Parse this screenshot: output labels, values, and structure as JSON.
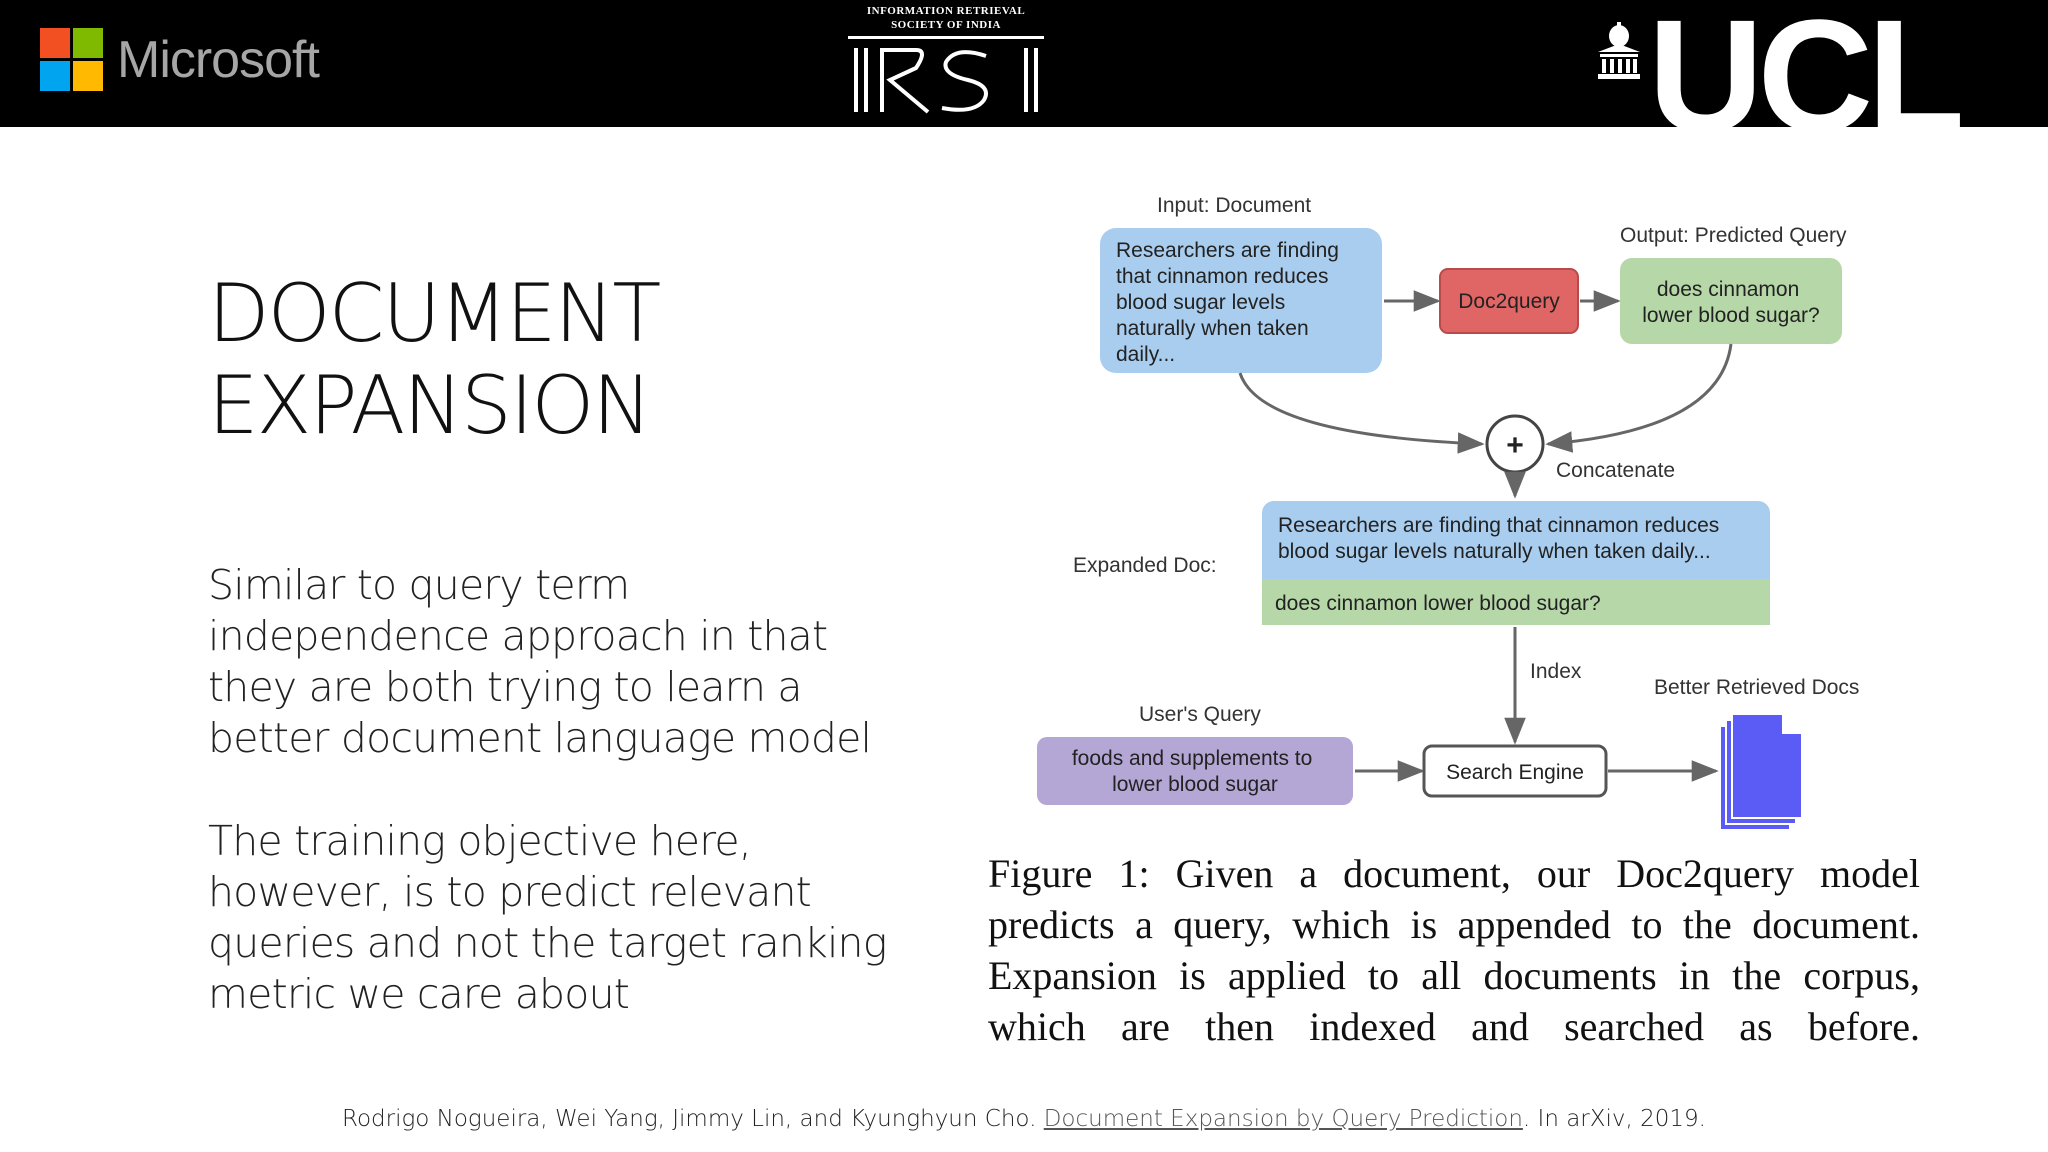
{
  "header": {
    "microsoft_label": "Microsoft",
    "microsoft_colors": [
      "#f25022",
      "#7fba00",
      "#00a4ef",
      "#ffb900"
    ],
    "irsi_line1": "INFORMATION RETRIEVAL",
    "irsi_line2": "SOCIETY OF INDIA",
    "irsi_logo_text": "IRSI",
    "ucl_label": "UCL"
  },
  "slide": {
    "title_line1": "DOCUMENT",
    "title_line2": "EXPANSION",
    "paragraph1": [
      "Similar to query term",
      "independence approach in that",
      "they are both trying to learn a",
      "better document language model"
    ],
    "paragraph2": [
      "The training objective here,",
      "however, is to predict relevant",
      "queries and not the target ranking",
      "metric we care about"
    ]
  },
  "diagram": {
    "input_label": "Input: Document",
    "input_text": [
      "Researchers are finding",
      "that cinnamon reduces",
      "blood sugar levels",
      "naturally when taken",
      "daily..."
    ],
    "model_label": "Doc2query",
    "output_label": "Output: Predicted Query",
    "output_text": [
      "does cinnamon",
      "lower blood sugar?"
    ],
    "concat_symbol": "+",
    "concat_label": "Concatenate",
    "expanded_label": "Expanded Doc:",
    "expanded_doc_text": [
      "Researchers are finding that cinnamon reduces",
      "blood sugar levels naturally when taken daily..."
    ],
    "expanded_query_text": "does cinnamon lower blood sugar?",
    "index_label": "Index",
    "user_query_label": "User's Query",
    "user_query_text": [
      "foods and supplements to",
      "lower blood sugar"
    ],
    "search_engine_label": "Search Engine",
    "retrieved_label": "Better Retrieved Docs",
    "colors": {
      "blue_box": "#a9cdee",
      "red_box": "#e06666",
      "green_box": "#b6d7a8",
      "purple_box": "#b4a7d6",
      "docs_icon": "#5b5bf5"
    }
  },
  "caption": [
    "Figure 1: Given a document, our Doc2query model",
    "predicts a query, which is appended to the document.",
    "Expansion is applied to all documents in the corpus,",
    "which are then indexed and searched as before."
  ],
  "citation": {
    "prefix": "Rodrigo Nogueira, Wei Yang, Jimmy Lin, and Kyunghyun Cho.",
    "link_text": "Document Expansion by Query Prediction",
    "suffix": ". In arXiv, 2019."
  }
}
